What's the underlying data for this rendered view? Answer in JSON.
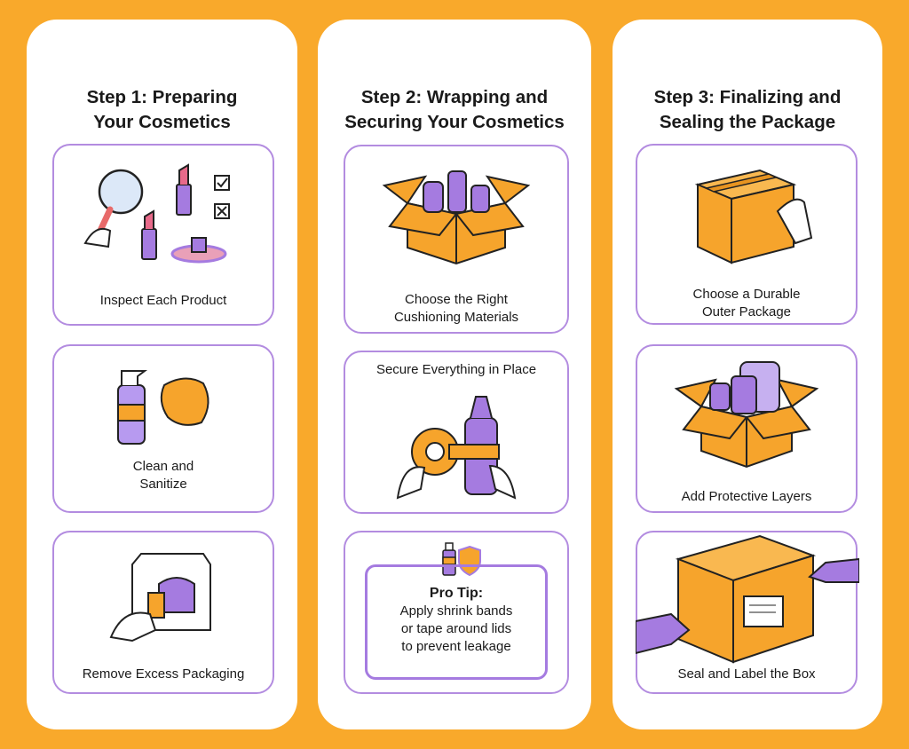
{
  "colors": {
    "background": "#F9A92B",
    "accent_purple": "#B38CE0",
    "accent_orange": "#F6A42C"
  },
  "steps": [
    {
      "title_line1": "Step 1: Preparing",
      "title_line2": "Your Cosmetics",
      "cards": [
        {
          "label": "Inspect Each Product",
          "icon": "magnifier-lipstick-icon"
        },
        {
          "label_line1": "Clean and",
          "label_line2": "Sanitize",
          "icon": "spray-cloth-icon"
        },
        {
          "label": "Remove Excess Packaging",
          "icon": "unbox-hand-icon"
        }
      ]
    },
    {
      "title_line1": "Step 2: Wrapping and",
      "title_line2": "Securing Your Cosmetics",
      "cards": [
        {
          "label_line1": "Choose the Right",
          "label_line2": "Cushioning Materials",
          "icon": "open-box-bottles-icon"
        },
        {
          "label": "Secure Everything in Place",
          "icon": "tape-bottle-icon"
        }
      ],
      "pro_tip": {
        "heading": "Pro Tip:",
        "line1": "Apply shrink bands",
        "line2": "or tape around lids",
        "line3": "to prevent leakage",
        "icon": "bottle-shield-icon"
      }
    },
    {
      "title_line1": "Step 3: Finalizing and",
      "title_line2": "Sealing the Package",
      "cards": [
        {
          "label_line1": "Choose a Durable",
          "label_line2": "Outer Package",
          "icon": "closed-box-icon"
        },
        {
          "label": "Add Protective Layers",
          "icon": "box-bubble-wrap-icon"
        },
        {
          "label": "Seal and Label the Box",
          "icon": "sealed-labeled-box-icon"
        }
      ]
    }
  ]
}
